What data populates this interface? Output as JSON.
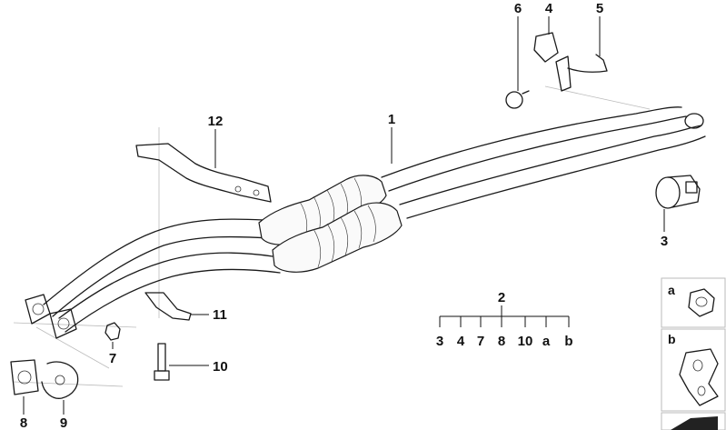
{
  "callouts": {
    "c1": "1",
    "c2": "2",
    "c3": "3",
    "c4": "4",
    "c5": "5",
    "c6": "6",
    "c7": "7",
    "c8": "8",
    "c9": "9",
    "c10": "10",
    "c11": "11",
    "c12": "12"
  },
  "group_2_members": [
    "3",
    "4",
    "7",
    "8",
    "10",
    "a",
    "b"
  ],
  "side_panel": {
    "a": "a",
    "b": "b"
  }
}
